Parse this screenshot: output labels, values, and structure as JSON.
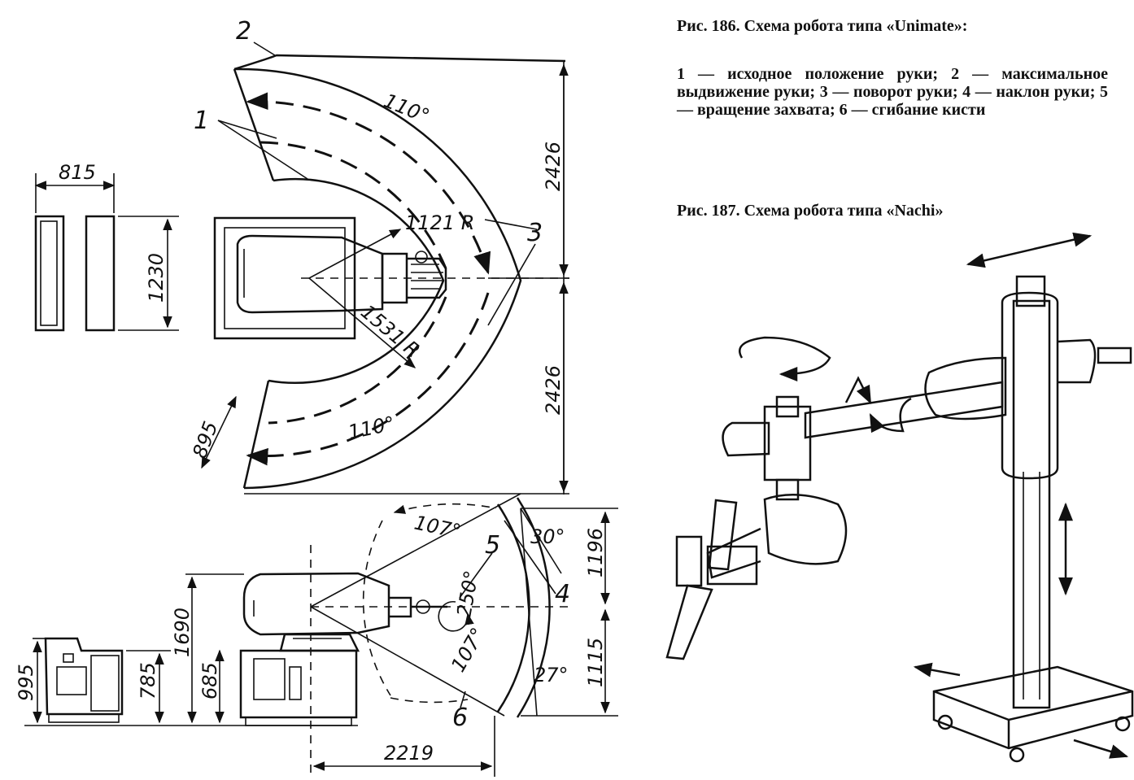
{
  "caption_186": {
    "title": "Рис. 186. Схема робота типа «Unimate»:",
    "legend": "1 — исходное положение руки; 2 — максимальное выдвижение руки; 3 — поворот руки; 4 — наклон руки; 5 — вращение захвата; 6 — сгибание кисти"
  },
  "caption_187": {
    "title": "Рис. 187. Схема робота типа «Nachi»"
  },
  "top_view": {
    "label_1": "1",
    "label_2": "2",
    "label_3": "3",
    "angle_top": "110°",
    "angle_bottom": "110°",
    "radius_inner": "1121 R",
    "radius_outer": "1531 R",
    "dim_right_top": "2426",
    "dim_right_bottom": "2426",
    "dim_arc_width": "895"
  },
  "cabinet": {
    "dim_width": "815",
    "dim_height": "1230"
  },
  "side_view": {
    "label_4": "4",
    "label_5": "5",
    "label_6": "6",
    "angle_upper": "107°",
    "angle_lower": "107°",
    "angle_wrist": "250°",
    "angle_tilt_up": "30°",
    "angle_tilt_down": "27°",
    "dim_upper": "1196",
    "dim_lower": "1115",
    "dim_total_height": "1690",
    "dim_base_height": "685",
    "dim_cabinet_h1": "785",
    "dim_cabinet_h2": "995",
    "dim_reach": "2219"
  }
}
